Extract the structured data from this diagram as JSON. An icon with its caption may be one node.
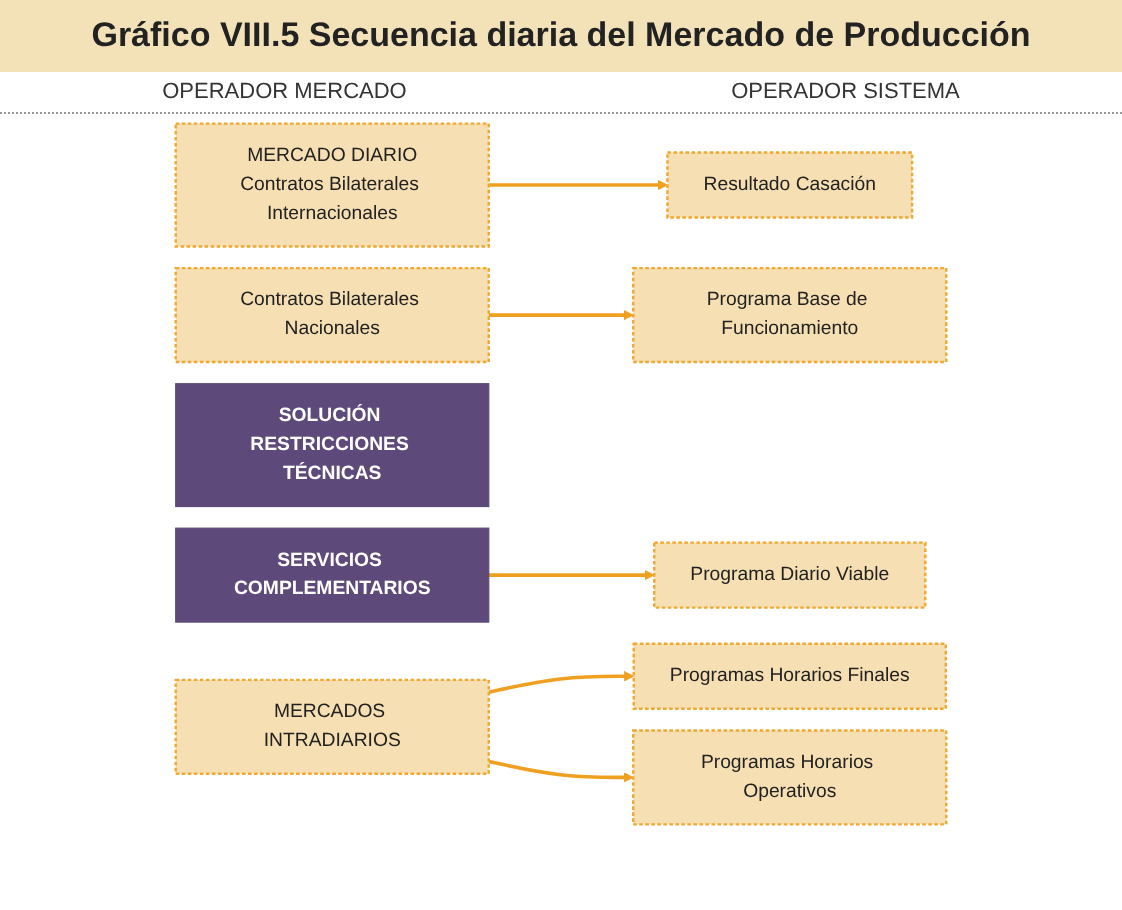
{
  "diagram": {
    "title": "Gráfico VIII.5 Secuencia diaria del Mercado de Producción",
    "nodes": [
      {
        "text": [
          "MERCADO DIARIO",
          "Contratos Bilaterales Internacionales"
        ]
      },
      {
        "text": [
          "Contratos Bilaterales Nacionales"
        ]
      },
      {
        "text": [
          "Resultado Casación"
        ]
      },
      {
        "text": [
          "Programa Base de Funcionamiento"
        ]
      },
      {
        "text": [
          "SOLUCIÓN RESTRICCIONES TÉCNICAS"
        ]
      },
      {
        "text": [
          "SERVICIOS COMPLEMENTARIOS"
        ]
      },
      {
        "text": [
          "Programa Diario Viable"
        ]
      },
      {
        "text": [
          "MERCADOS INTRADIARIOS"
        ]
      },
      {
        "text": [
          "Programas Horarios Finales"
        ]
      },
      {
        "text": [
          "Programas Horarios Operativos"
        ]
      }
    ],
    "edges": [
      {
        "from": 0,
        "to": 2,
        "arrow": "to"
      },
      {
        "from": 1,
        "to": 3,
        "arrow": "to"
      },
      {
        "from": 5,
        "to": 6,
        "arrow": "to"
      },
      {
        "from": 7,
        "to": 8,
        "arrow": "to"
      },
      {
        "from": 7,
        "to": 9,
        "arrow": "to"
      }
    ],
    "labels": [
      "OPERADOR MERCADO",
      "OPERADOR SISTEMA"
    ]
  }
}
